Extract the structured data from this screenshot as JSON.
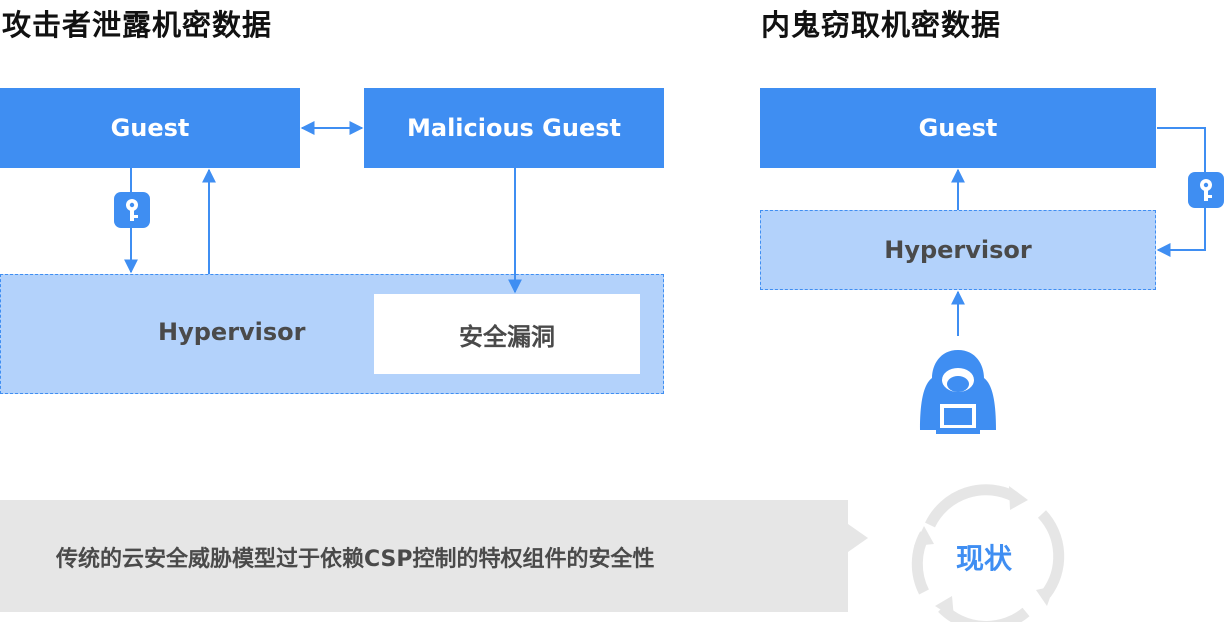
{
  "left_panel": {
    "title": "攻击者泄露机密数据",
    "guest_label": "Guest",
    "malicious_guest_label": "Malicious Guest",
    "hypervisor_label": "Hypervisor",
    "vulnerability_label": "安全漏洞"
  },
  "right_panel": {
    "title": "内鬼窃取机密数据",
    "guest_label": "Guest",
    "hypervisor_label": "Hypervisor"
  },
  "footer": {
    "banner_text": "传统的云安全威胁模型过于依赖CSP控制的特权组件的安全性",
    "status_label": "现状"
  },
  "colors": {
    "primary": "#3f8ef2",
    "dashed_fill": "#b3d2fb",
    "banner_bg": "#e6e6e6",
    "text_dark": "#111111",
    "text_gray": "#4a4a4a"
  }
}
